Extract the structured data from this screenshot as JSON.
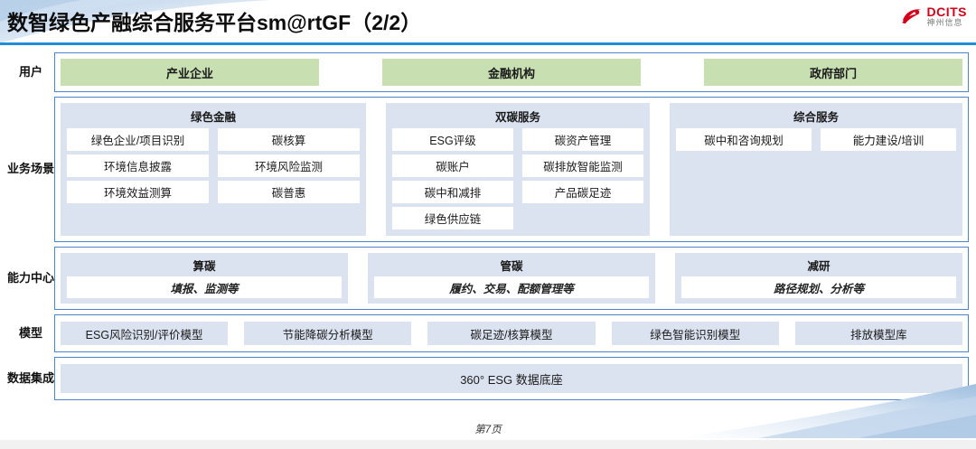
{
  "header": {
    "title": "数智绿色产融综合服务平台sm@rtGF（2/2）",
    "logo_en": "DCITS",
    "logo_cn": "神州信息",
    "logo_color": "#d3021b",
    "rule_color": "#1f8ed6"
  },
  "colors": {
    "panel_bg": "#dce3f0",
    "user_chip": "#c8dfb2",
    "border": "#4a86c8",
    "cell_bg": "#ffffff"
  },
  "rows": {
    "users": {
      "label": "用户",
      "items": [
        "产业企业",
        "金融机构",
        "政府部门"
      ]
    },
    "scenarios": {
      "label": "业务场景",
      "panels": [
        {
          "title": "绿色金融",
          "cells": [
            "绿色企业/项目识别",
            "碳核算",
            "环境信息披露",
            "环境风险监测",
            "环境效益测算",
            "碳普惠"
          ]
        },
        {
          "title": "双碳服务",
          "cells": [
            "ESG评级",
            "碳资产管理",
            "碳账户",
            "碳排放智能监测",
            "碳中和减排",
            "产品碳足迹",
            "绿色供应链"
          ]
        },
        {
          "title": "综合服务",
          "cells": [
            "碳中和咨询规划",
            "能力建设/培训"
          ]
        }
      ]
    },
    "capability": {
      "label": "能力中心",
      "panels": [
        {
          "title": "算碳",
          "subtitle": "填报、监测等"
        },
        {
          "title": "管碳",
          "subtitle": "履约、交易、配额管理等"
        },
        {
          "title": "减研",
          "subtitle": "路径规划、分析等"
        }
      ]
    },
    "models": {
      "label": "模型",
      "items": [
        "ESG风险识别/评价模型",
        "节能降碳分析模型",
        "碳足迹/核算模型",
        "绿色智能识别模型",
        "排放模型库"
      ]
    },
    "data": {
      "label": "数据集成",
      "items": [
        "360° ESG 数据底座"
      ]
    }
  },
  "footer": {
    "page": "第7页"
  }
}
